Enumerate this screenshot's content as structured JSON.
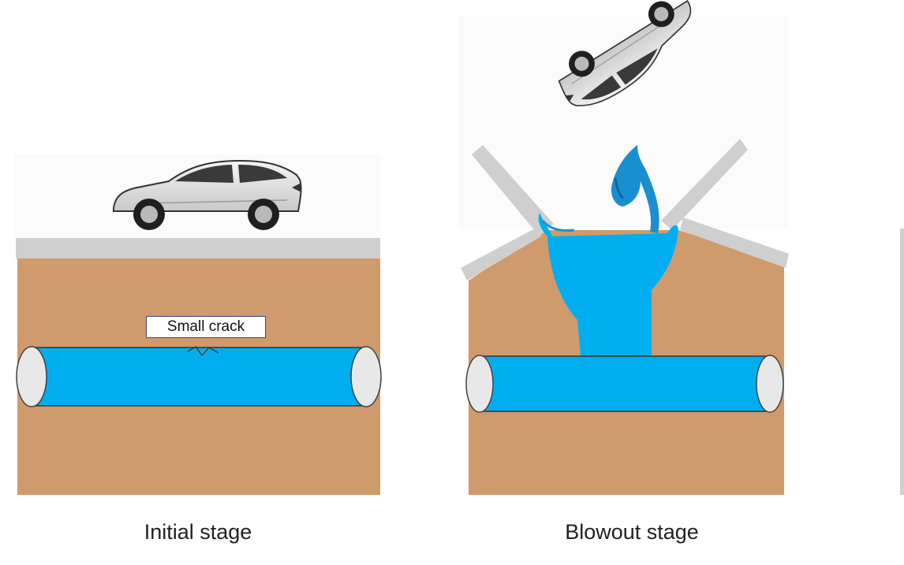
{
  "panels": [
    {
      "caption": "Initial stage",
      "label": "Small crack"
    },
    {
      "caption": "Blowout stage"
    }
  ],
  "colors": {
    "soil": "#cf9b6c",
    "road": "#cfcfcf",
    "water": "#00aeef",
    "pipe_end": "#e8e8e8",
    "car_body": "#e4e4e4"
  },
  "icons": [
    "car-icon",
    "overturned-car-icon",
    "water-splash-icon",
    "pipe-icon"
  ]
}
